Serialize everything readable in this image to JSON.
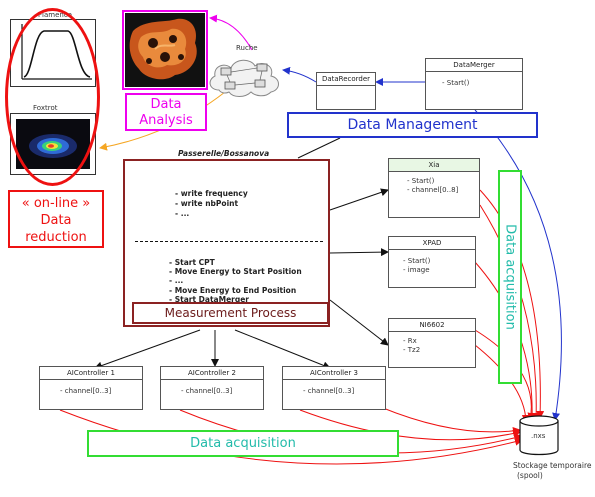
{
  "thumbnails": {
    "flamenco_label": "Flamenco",
    "foxtrot_label": "Foxtrot",
    "ruche_label": "Ruche"
  },
  "callouts": {
    "online_quote": "« on-line »",
    "online_line2": "Data",
    "online_line3": "reduction",
    "analysis_line1": "Data",
    "analysis_line2": "Analysis",
    "data_management": "Data Management",
    "data_acquisition_bottom": "Data acquisition",
    "data_acquisition_side": "Data acquisition",
    "measurement_process": "Measurement Process"
  },
  "passerelle": {
    "title": "Passerelle/Bossanova",
    "top_lines": [
      "- write frequency",
      "- write nbPoint",
      "- ..."
    ],
    "bottom_lines": [
      "- Start CPT",
      "- Move Energy to Start Position",
      "- ...",
      "- Move Energy to End Position",
      "- Start DataMerger"
    ]
  },
  "components": {
    "datarecorder": {
      "name": "DataRecorder",
      "methods": []
    },
    "datamerger": {
      "name": "DataMerger",
      "methods": [
        "- Start()"
      ]
    },
    "xia": {
      "name": "Xia",
      "methods": [
        "- Start()",
        "- channel[0..8]"
      ]
    },
    "xpad": {
      "name": "XPAD",
      "methods": [
        "- Start()",
        "- image"
      ]
    },
    "ni6602": {
      "name": "NI6602",
      "methods": [
        "- Rx",
        "- Tz2"
      ]
    },
    "ai1": {
      "name": "AIController 1",
      "methods": [
        "- channel[0..3]"
      ]
    },
    "ai2": {
      "name": "AIController 2",
      "methods": [
        "- channel[0..3]"
      ]
    },
    "ai3": {
      "name": "AIController 3",
      "methods": [
        "- channel[0..3]"
      ]
    }
  },
  "storage": {
    "file_label": ".nxs",
    "caption_line1": "Stockage temporaire",
    "caption_line2": "(spool)"
  },
  "colors": {
    "red": "#ee1111",
    "magenta": "#ee00ee",
    "blue": "#2233cc",
    "green": "#33dd33",
    "maroon": "#8b2222",
    "orange": "#f5a623",
    "teal": "#22bbaa"
  },
  "icons": [
    "flamenco-curve-plot",
    "foxtrot-spectrum-image",
    "analysis-3d-volume-image",
    "ruche-network-cloud-icon",
    "storage-cylinder-icon"
  ]
}
